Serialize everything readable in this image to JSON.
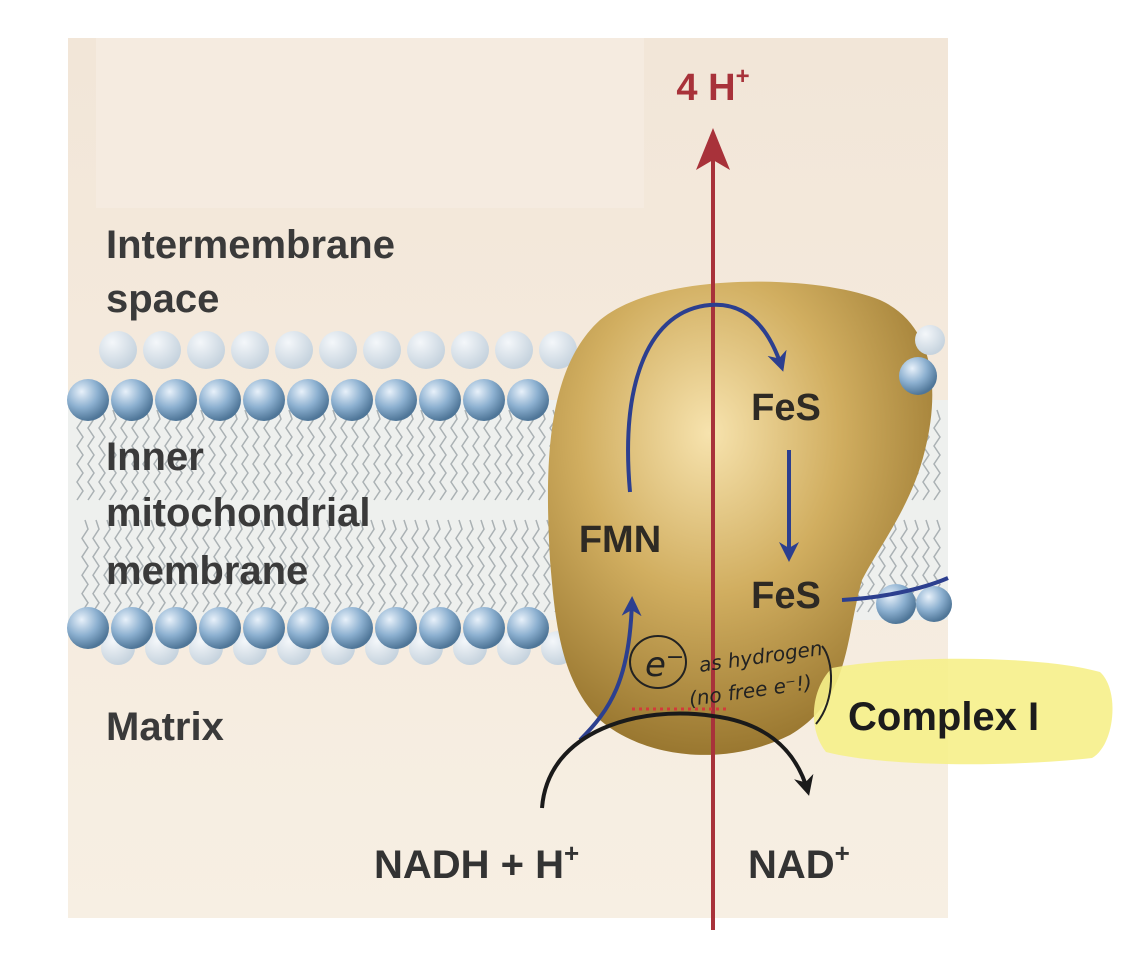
{
  "labels": {
    "proton_out": "4 H",
    "proton_out_charge": "+",
    "intermembrane_line1": "Intermembrane",
    "intermembrane_line2": "space",
    "inner_line1": "Inner",
    "inner_line2": "mitochondrial",
    "inner_line3": "membrane",
    "matrix": "Matrix",
    "fmn": "FMN",
    "fes_top": "FeS",
    "fes_bottom": "FeS",
    "complex": "Complex I",
    "nadh": "NADH + H",
    "nadh_charge": "+",
    "nad": "NAD",
    "nad_charge": "+"
  },
  "annotations": {
    "electron": "e",
    "electron_charge": "−",
    "note_line1": "as hydrogen",
    "note_line2": "(no free e⁻!)"
  },
  "colors": {
    "background": "#f3e9dd",
    "proton_arrow": "#a8323a",
    "electron_path": "#2c3f8f",
    "complex_body": "#c9a75a",
    "head_group": "#7fa6c9",
    "highlight": "#f6f08a",
    "annotation_ink": "#222222",
    "dotted_line": "#d33a3a"
  }
}
